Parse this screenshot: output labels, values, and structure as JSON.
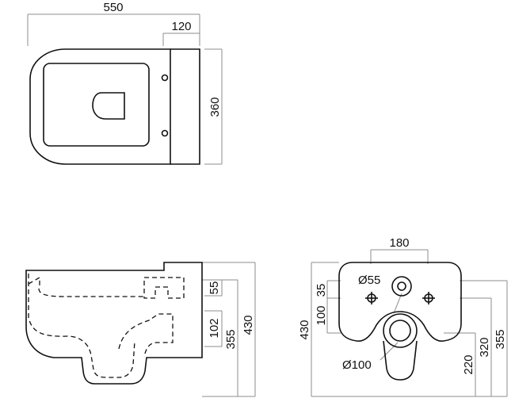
{
  "top_view": {
    "overall_length": "550",
    "rear_depth": "120",
    "width": "360"
  },
  "side_view": {
    "dim_55": "55",
    "dim_102": "102",
    "dim_355": "355",
    "dim_430": "430"
  },
  "front_view": {
    "dim_180": "180",
    "dia_55": "Ø55",
    "dia_100": "Ø100",
    "dim_430": "430",
    "dim_100": "100",
    "dim_35": "35",
    "dim_220": "220",
    "dim_320": "320",
    "dim_355": "355"
  }
}
